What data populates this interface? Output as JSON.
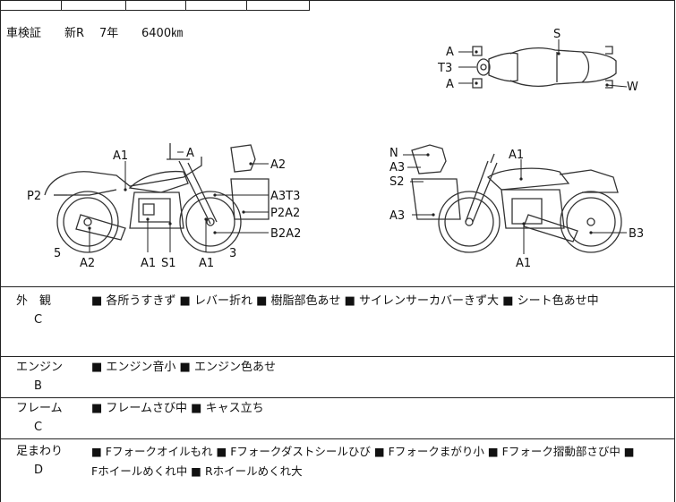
{
  "header": {
    "inspection_label": "車検証",
    "inspection_type": "新R",
    "inspection_years": "7年",
    "mileage": "6400㎞"
  },
  "diagram_labels": {
    "top_view": [
      "A",
      "T3",
      "A",
      "S",
      "W"
    ],
    "left_view": [
      "A1",
      "A",
      "A2",
      "P2",
      "A3T3",
      "P2A2",
      "B2A2",
      "5",
      "A2",
      "A1",
      "S1",
      "A1",
      "3"
    ],
    "right_view": [
      "N",
      "A3",
      "S2",
      "A3",
      "A1",
      "B3",
      "A1"
    ]
  },
  "sections": [
    {
      "title": "外　観",
      "grade": "C",
      "lines": [
        "■ 各所うすきず ■ レバー折れ ■ 樹脂部色あせ ■ サイレンサーカバーきず大 ■ シート色あせ中"
      ]
    },
    {
      "title": "エンジン",
      "grade": "B",
      "lines": [
        "■ エンジン音小 ■ エンジン色あせ"
      ]
    },
    {
      "title": "フレーム",
      "grade": "C",
      "lines": [
        "■ フレームさび中 ■ キャス立ち"
      ]
    },
    {
      "title": "足まわり",
      "grade": "D",
      "lines": [
        "■ Fフォークオイルもれ ■ Fフォークダストシールひび ■ Fフォークまがり小 ■ Fフォーク摺動部さび中 ■",
        "Fホイールめくれ中 ■ Rホイールめくれ大"
      ]
    }
  ]
}
